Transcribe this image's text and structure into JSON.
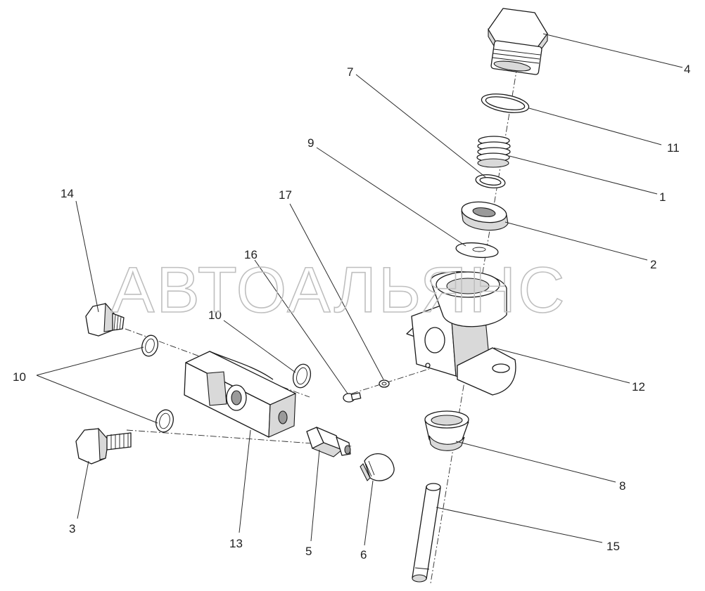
{
  "watermark": "АВТОАЛЬЯНС",
  "colors": {
    "line": "#1a1a1a",
    "shade": "#d9d9d9",
    "watermark": "#bfbfbf"
  },
  "callouts": [
    "1",
    "2",
    "3",
    "4",
    "5",
    "6",
    "7",
    "8",
    "9",
    "10",
    "10",
    "10",
    "11",
    "12",
    "13",
    "14",
    "15",
    "16",
    "17"
  ]
}
